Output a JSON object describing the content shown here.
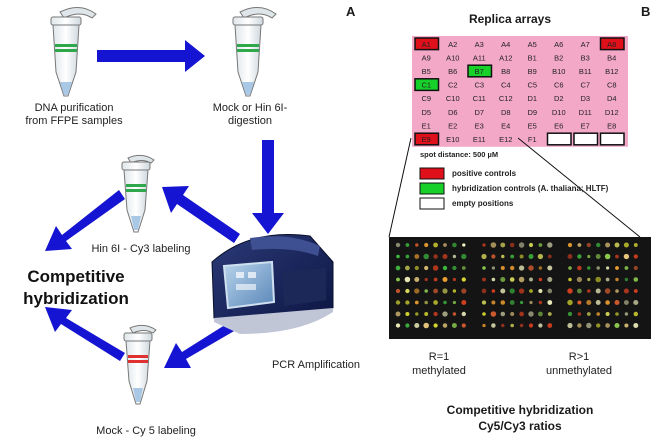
{
  "panels": {
    "a": "A",
    "b": "B"
  },
  "steps": {
    "purification": [
      "DNA purification",
      "from FFPE samples"
    ],
    "digestion": [
      "Mock or Hin 6I-",
      "digestion"
    ],
    "hin_label": "Hin 6I - Cy3 labeling",
    "mock_label": "Mock - Cy 5 labeling",
    "pcr": "PCR Amplification",
    "competitive": [
      "Competitive",
      "hybridization"
    ]
  },
  "replica": {
    "title": "Replica arrays",
    "spot_distance": "spot distance: 500 µM",
    "rows": [
      [
        "A1",
        "A2",
        "A3",
        "A4",
        "A5",
        "A6",
        "A7",
        "A8"
      ],
      [
        "A9",
        "A10",
        "A11",
        "A12",
        "B1",
        "B2",
        "B3",
        "B4"
      ],
      [
        "B5",
        "B6",
        "B7",
        "B8",
        "B9",
        "B10",
        "B11",
        "B12"
      ],
      [
        "C1",
        "C2",
        "C3",
        "C4",
        "C5",
        "C6",
        "C7",
        "C8"
      ],
      [
        "C9",
        "C10",
        "C11",
        "C12",
        "D1",
        "D2",
        "D3",
        "D4"
      ],
      [
        "D5",
        "D6",
        "D7",
        "D8",
        "D9",
        "D10",
        "D11",
        "D12"
      ],
      [
        "E1",
        "E2",
        "E3",
        "E4",
        "E5",
        "E6",
        "E7",
        "E8"
      ],
      [
        "E9",
        "E10",
        "E11",
        "E12",
        "F1",
        "",
        "",
        ""
      ]
    ],
    "positive": [
      "A1",
      "A8",
      "E9"
    ],
    "hybridization": [
      "B7",
      "C1"
    ],
    "empty": [
      "5-7"
    ]
  },
  "legend": {
    "positive": "positive controls",
    "hybridization": "hybridization controls (A. thaliana; HLTF)",
    "empty": "empty positions"
  },
  "colors": {
    "arrow": "#1414d2",
    "array_bg": "#f4a8c8",
    "positive": "#e0101a",
    "hybridization": "#18d02a",
    "empty": "#ffffff"
  },
  "ratios": {
    "left": [
      "R=1",
      "methylated"
    ],
    "right": [
      "R>1",
      "unmethylated"
    ]
  },
  "bottom": [
    "Competitive hybridization",
    "Cy5/Cy3 ratios"
  ]
}
